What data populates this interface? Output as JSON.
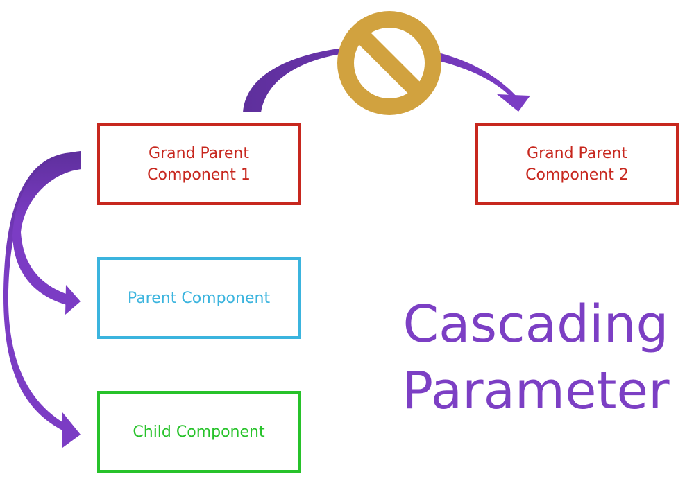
{
  "diagram": {
    "title": "Cascading\nParameter",
    "nodes": {
      "grand_parent_1": {
        "label": "Grand Parent\nComponent 1",
        "color": "#c7271e"
      },
      "grand_parent_2": {
        "label": "Grand Parent\nComponent 2",
        "color": "#c7271e"
      },
      "parent": {
        "label": "Parent Component",
        "color": "#3bb4de"
      },
      "child": {
        "label": "Child Component",
        "color": "#27c22a"
      }
    },
    "edges": [
      {
        "from": "grand_parent_1",
        "to": "grand_parent_2",
        "blocked": true,
        "icon": "prohibited-icon"
      },
      {
        "from": "grand_parent_1",
        "to": "parent",
        "blocked": false
      },
      {
        "from": "grand_parent_1",
        "to": "child",
        "blocked": false
      }
    ],
    "colors": {
      "arrow": "#7b3cc4",
      "arrow_dark": "#5e2f9c",
      "prohibited": "#d1a23f",
      "title": "#7c3fc4"
    }
  }
}
